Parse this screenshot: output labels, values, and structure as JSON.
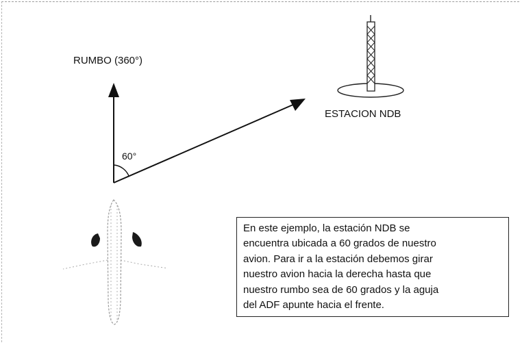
{
  "labels": {
    "heading": "RUMBO (360°)",
    "station": "ESTACION NDB",
    "angle": "60°"
  },
  "note": {
    "lines": [
      "En este ejemplo, la estación NDB se",
      "encuentra ubicada a 60 grados de nuestro",
      "avion. Para ir a la estación debemos girar",
      "nuestro avion hacia la derecha hasta que",
      "nuestro rumbo sea de 60 grados y la aguja",
      "del ADF apunte hacia el frente."
    ]
  },
  "colors": {
    "ink": "#111111",
    "background": "#ffffff"
  }
}
